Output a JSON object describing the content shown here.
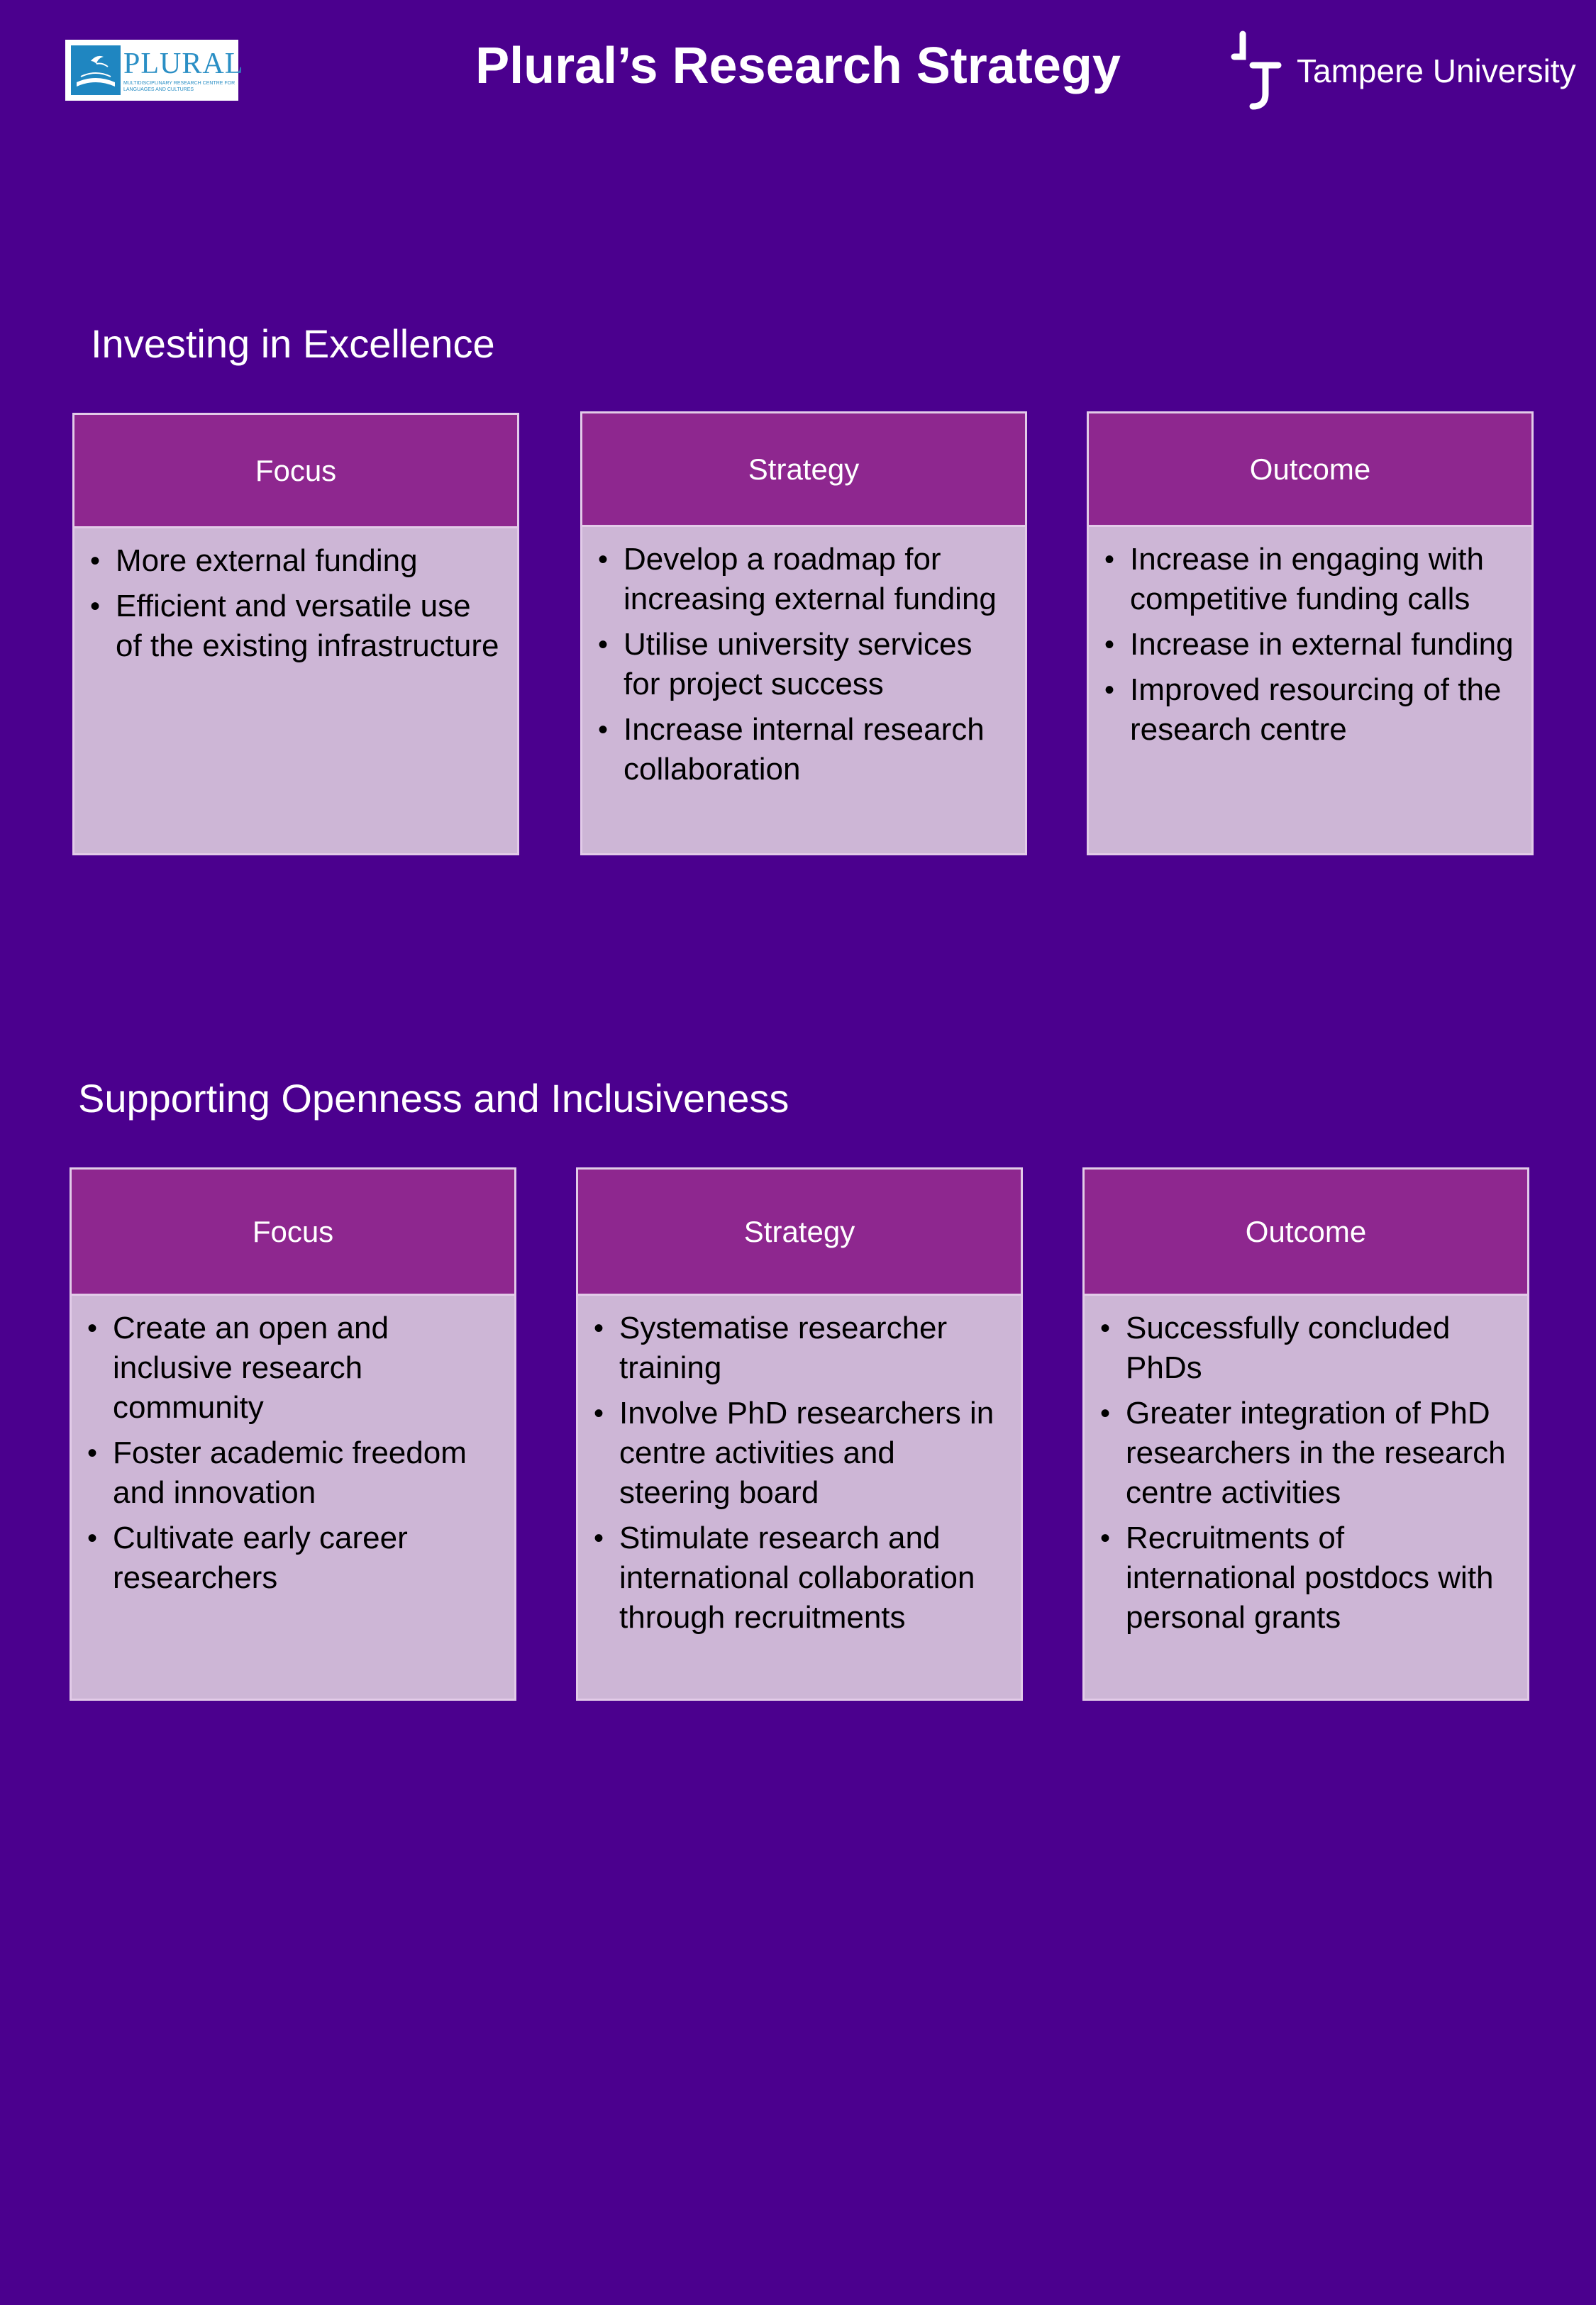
{
  "header": {
    "title": "Plural’s Research Strategy",
    "logo_left": {
      "word": "PLURAL",
      "subtitle": "MULTIDISCIPLINARY RESEARCH CENTRE FOR LANGUAGES AND CULTURES"
    },
    "logo_right": {
      "word": "Tampere University"
    }
  },
  "sections": [
    {
      "title": "Investing in Excellence",
      "columns": [
        {
          "heading": "Focus",
          "items": [
            "More external funding",
            "Efficient and versatile use of the existing infrastructure"
          ]
        },
        {
          "heading": "Strategy",
          "items": [
            "Develop a roadmap for increasing external funding",
            "Utilise university services for project success",
            "Increase internal research collaboration"
          ]
        },
        {
          "heading": "Outcome",
          "items": [
            "Increase in engaging with competitive funding calls",
            "Increase in external funding",
            "Improved resourcing of the research centre"
          ]
        }
      ]
    },
    {
      "title": "Supporting Openness and Inclusiveness",
      "columns": [
        {
          "heading": "Focus",
          "items": [
            "Create an open and inclusive research community",
            "Foster academic freedom and innovation",
            "Cultivate early career researchers"
          ]
        },
        {
          "heading": "Strategy",
          "items": [
            "Systematise researcher training",
            "Involve PhD researchers in centre activities and steering board",
            "Stimulate research and international collaboration through recruitments"
          ]
        },
        {
          "heading": "Outcome",
          "items": [
            "Successfully concluded PhDs",
            "Greater integration of PhD researchers in the research centre activities",
            "Recruitments of international postdocs with personal grants"
          ]
        }
      ]
    }
  ],
  "colors": {
    "background": "#4b008e",
    "card_header": "#8e278f",
    "card_body": "#cdb6d6",
    "card_border": "#e2cbe8"
  }
}
